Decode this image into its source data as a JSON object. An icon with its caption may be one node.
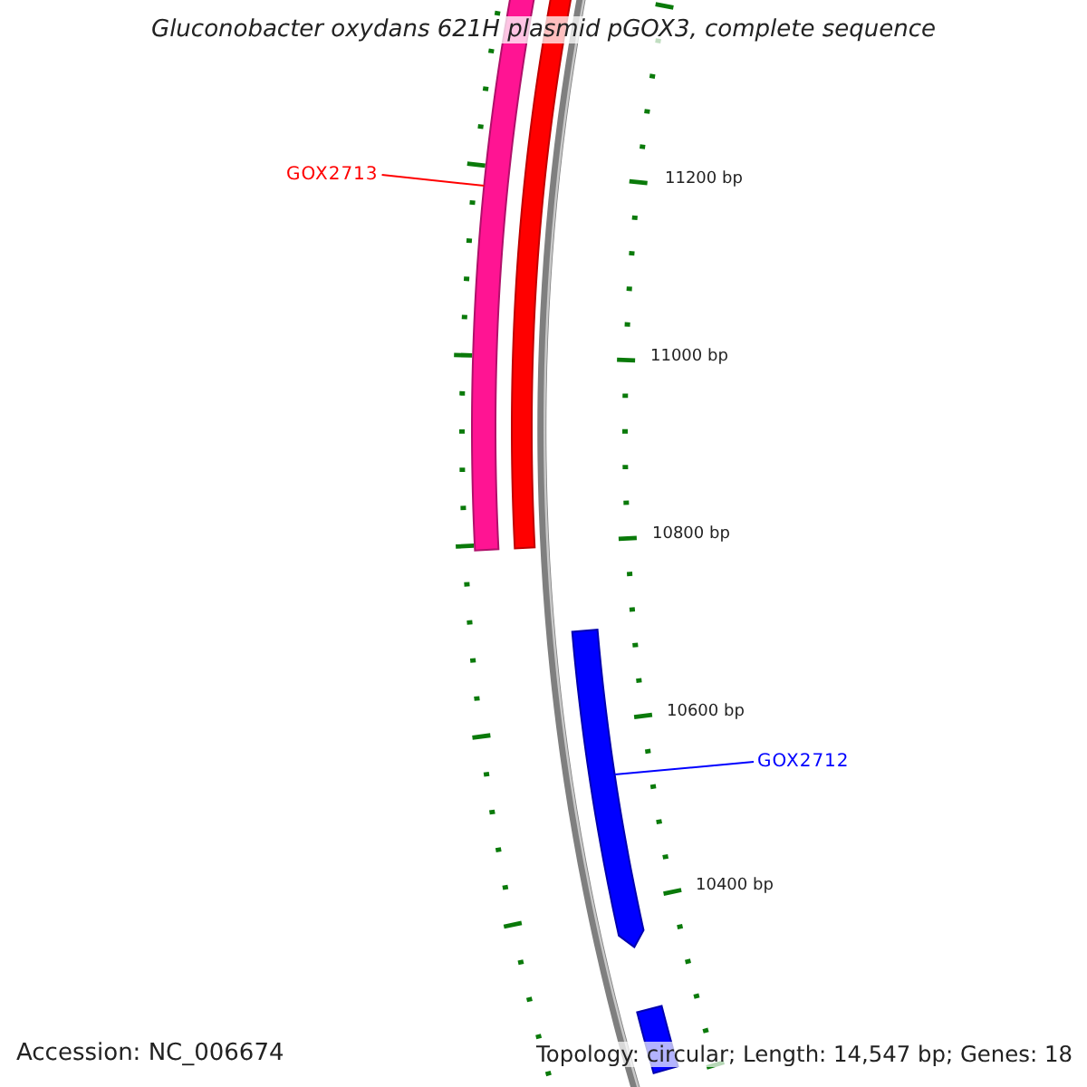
{
  "diagram": {
    "title": "Gluconobacter oxydans 621H plasmid pGOX3, complete sequence",
    "nodes": [
      {
        "text": [
          "GOX2713"
        ]
      },
      {
        "text": [],
        "shape": "bar"
      },
      {
        "text": [],
        "shape": "bar"
      },
      {
        "text": [
          "GOX2712"
        ]
      },
      {
        "text": [],
        "shape": "bar"
      },
      {
        "text": [],
        "shape": "bar"
      }
    ],
    "edges": [
      {
        "from": 0,
        "to": 1,
        "arrow": "none",
        "color": "#ff0000"
      },
      {
        "from": 3,
        "to": 4,
        "arrow": "none",
        "color": "#0000ff"
      }
    ],
    "labels": [
      "11200 bp",
      "11000 bp",
      "10800 bp",
      "10600 bp",
      "10400 bp",
      "Accession: NC_006674",
      "Topology: circular; Length: 14,547 bp; Genes: 18"
    ]
  }
}
